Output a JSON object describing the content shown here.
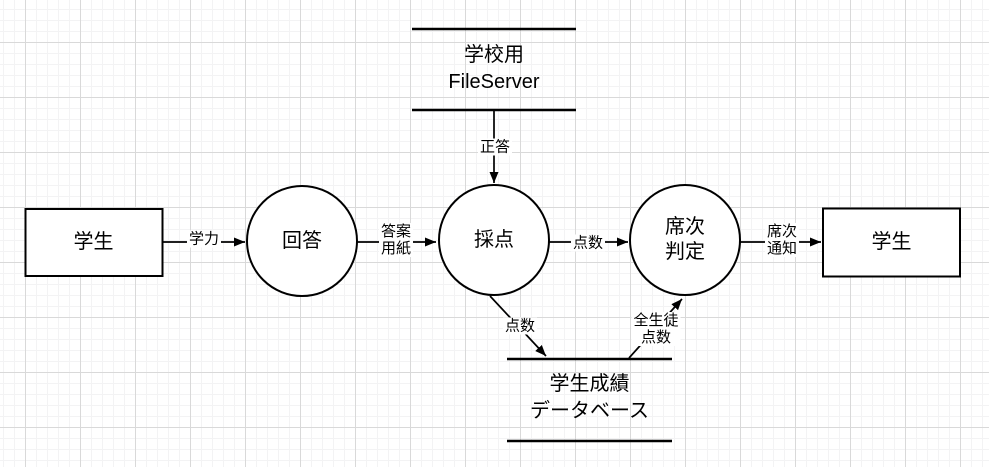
{
  "diagram": {
    "type": "data-flow-diagram",
    "colors": {
      "background": "#ffffff",
      "grid_minor": "#f3f3f4",
      "grid_major": "#d9d9d9",
      "stroke": "#000000",
      "shape_fill": "#ffffff",
      "text": "#000000"
    },
    "nodes": {
      "student_left": {
        "label": "学生"
      },
      "answer": {
        "label": "回答"
      },
      "scoring": {
        "label": "採点"
      },
      "ranking": {
        "line1": "席次",
        "line2": "判定"
      },
      "student_right": {
        "label": "学生"
      },
      "fileserver": {
        "line1": "学校用",
        "line2": "FileServer"
      },
      "grades_db": {
        "line1": "学生成績",
        "line2": "データベース"
      }
    },
    "edges": {
      "ability": {
        "label": "学力"
      },
      "answer_sheet": {
        "line1": "答案",
        "line2": "用紙"
      },
      "correct_answers": {
        "label": "正答"
      },
      "score_to_ranking": {
        "label": "点数"
      },
      "score_to_db": {
        "label": "点数"
      },
      "all_student_scores": {
        "line1": "全生徒",
        "line2": "点数"
      },
      "rank_notice": {
        "line1": "席次",
        "line2": "通知"
      }
    }
  }
}
